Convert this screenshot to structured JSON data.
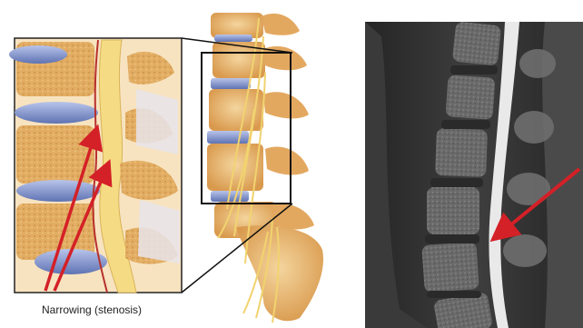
{
  "figure": {
    "illustration_caption": "Narrowing (stenosis)",
    "colors": {
      "bone": "#e6b36d",
      "bone_light": "#f2cf93",
      "disc": "#8fa0cf",
      "nerve": "#f3d67a",
      "arrow": "#d42027",
      "frame": "#222222",
      "mri_bg": "#1e1e1e"
    },
    "panels": [
      {
        "kind": "anatomical-illustration",
        "label": "zoomed-spine-inset"
      },
      {
        "kind": "anatomical-illustration",
        "label": "full-lumbar-spine"
      },
      {
        "kind": "mri-photograph",
        "label": "sagittal-lumbar-mri"
      }
    ]
  }
}
